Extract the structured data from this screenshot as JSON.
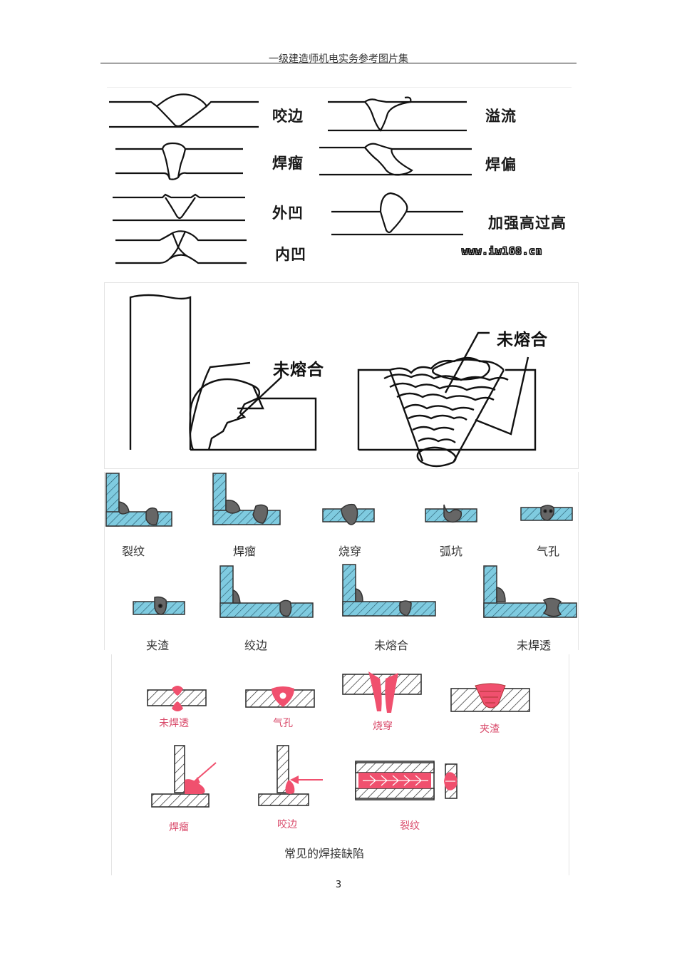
{
  "header": {
    "title": "一级建造师机电实务参考图片集"
  },
  "panel1": {
    "labels": [
      "咬边",
      "溢流",
      "焊瘤",
      "焊偏",
      "外凹",
      "加强高过高",
      "内凹"
    ],
    "watermark": "www.iw168.cn"
  },
  "panel2": {
    "labels": [
      "未熔合",
      "未熔合"
    ]
  },
  "panel3": {
    "labels": [
      "裂纹",
      "焊瘤",
      "烧穿",
      "弧坑",
      "气孔",
      "夹渣",
      "绞边",
      "未熔合",
      "未焊透"
    ]
  },
  "panel4": {
    "labels": [
      "未焊透",
      "气孔",
      "烧穿",
      "夹渣",
      "焊瘤",
      "咬边",
      "裂纹"
    ],
    "caption": "常见的焊接缺陷",
    "colors": {
      "defect": "#f0506e",
      "hatch": "#333333"
    }
  },
  "colors": {
    "steel_blue": "#7fcbe0",
    "defect_gray": "#666666"
  },
  "footer": {
    "page_number": "3"
  }
}
